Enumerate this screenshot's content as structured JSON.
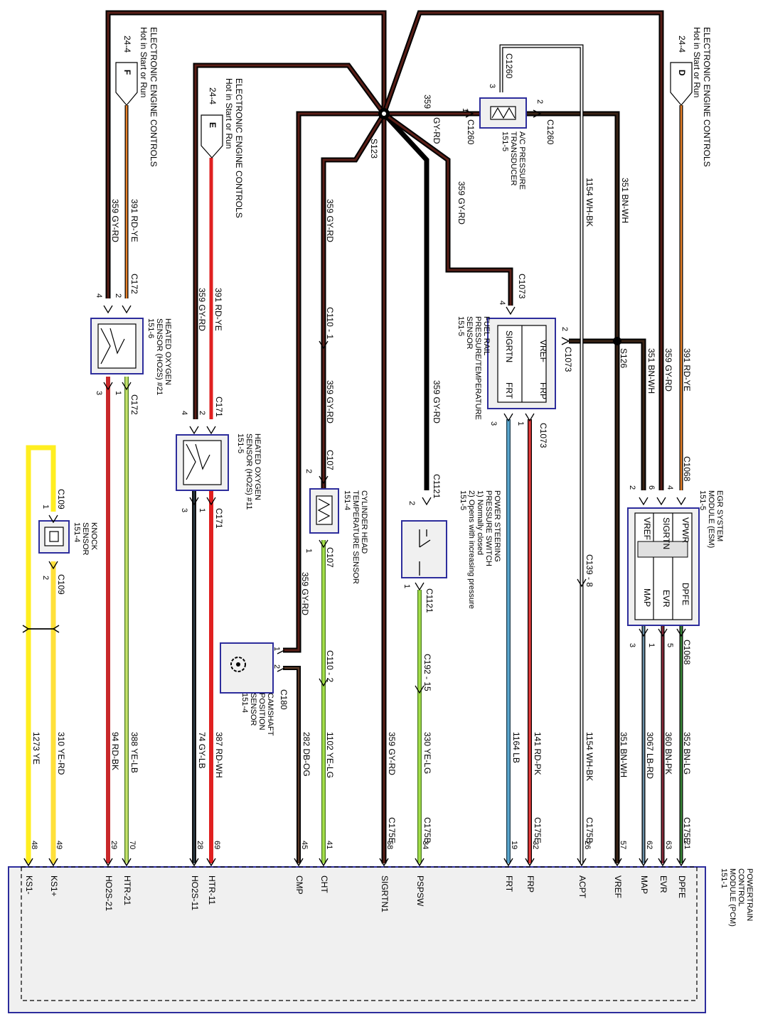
{
  "colors": {
    "GY-RD": "#5a1f18",
    "RD-YE": "#d8432a",
    "BN-WH": "#3a2416",
    "WH-BK": "#e8e8e8",
    "BN-PK": "#5c2230",
    "LB-RD": "#6a8fa8",
    "BN-LG": "#3b6b3a",
    "RD-PK": "#d43a3a",
    "LB": "#5aa7cf",
    "YE-LG": "#a6e04a",
    "DB-OG": "#222244",
    "RD-WH": "#e23b32",
    "GY-LB": "#223038",
    "RD-BK": "#c8282a",
    "YE-LB": "#c6e26a",
    "YE-RD": "#ffe03a",
    "YE": "#ffee20",
    "module_border": "#2d2d9c",
    "module_fill": "#f0f0f0"
  },
  "icons": {
    "splice": "splice-icon",
    "heater": "heater-icon",
    "gear": "gear-icon",
    "switch": "switch-icon",
    "thermistor": "thermistor-icon"
  },
  "power_sources": [
    {
      "ref": "24-4",
      "letter": "F",
      "text": "ELECTRONIC ENGINE CONTROLS",
      "sub": "Hot in Start or Run"
    },
    {
      "ref": "24-4",
      "letter": "E",
      "text": "ELECTRONIC ENGINE CONTROLS",
      "sub": "Hot in Start or Run"
    },
    {
      "ref": "24-4",
      "letter": "D",
      "text": "ELECTRONIC ENGINE CONTROLS",
      "sub": "Hot in Start or Run"
    }
  ],
  "components": {
    "ac": "A/C PRESSURE\nTRANSDUCER\n151-5",
    "frp": "FUEL RAIL\nPRESSURE/TEMPERATURE\nSENSOR\n151-5",
    "egr": "EGR SYSTEM\nMODULE (ESM)\n151-5",
    "pss": "POWER STEERING\nPRESSURE SWITCH\n1) Normally closed\n2) Opens with increasing pressure\n151-5",
    "cht": "CYLINDER HEAD\nTEMPERATURE SENSOR\n151-4",
    "cmp": "CAMSHAFT\nPOSITION\nSENSOR\n151-4",
    "ho2s11": "HEATED OXYGEN\nSENSOR (HO2S) #11\n151-5",
    "ho2s21": "HEATED OXYGEN\nSENSOR (HO2S) #21\n151-6",
    "knock": "KNOCK\nSENSOR\n151-4",
    "pcm": "POWERTRAIN\nCONTROL\nMODULE (PCM)\n151-1"
  },
  "block_labels": {
    "vref": "VREF",
    "sigrtn": "SIGRTN",
    "frp": "FRP",
    "frt": "FRT",
    "vpwr": "VPWR",
    "dpfe": "DPFE",
    "evr": "EVR",
    "map": "MAP"
  },
  "wires": {
    "w391_ye": "391  RD-YE",
    "w359_gy": "359  GY-RD",
    "w351": "351  BN-WH",
    "w1154": "1154  WH-BK",
    "w359_plain": "359",
    "gyrd": "GY-RD",
    "w352": "352  BN-LG",
    "w360": "360  BN-PK",
    "w3067": "3067  LB-RD",
    "w141": "141  RD-PK",
    "w1164": "1164  LB",
    "w330": "330  YE-LG",
    "w1102": "1102  YE-LG",
    "w282": "282  DB-OG",
    "w387": "387  RD-WH",
    "w74": "74  GY-LB",
    "w388": "388  YE-LB",
    "w94": "94  RD-BK",
    "w310": "310  YE-RD",
    "w1273": "1273  YE"
  },
  "connectors": {
    "c1260": "C1260",
    "c1073": "C1073",
    "c172": "C172",
    "c171": "C171",
    "c110_1": "C110 - 1",
    "c110_2": "C110 - 2",
    "c107": "C107",
    "c1121": "C1121",
    "c192": "C192 - 15",
    "c139": "C139 - 8",
    "c1068": "C1068",
    "c180": "C180",
    "c109": "C109",
    "c175e": "C175E",
    "c175b": "C175B",
    "s123": "S123",
    "s126": "S126"
  },
  "pins": [
    "1",
    "2",
    "3",
    "4",
    "5",
    "6"
  ],
  "pcm_pins": [
    "21",
    "63",
    "62",
    "57",
    "26",
    "32",
    "19",
    "34",
    "58",
    "41",
    "45",
    "69",
    "28",
    "70",
    "29",
    "49",
    "48"
  ],
  "pcm_terms": [
    "DPFE",
    "EVR",
    "MAP",
    "VREF",
    "ACPT",
    "FRP",
    "FRT",
    "PSPSW",
    "SIGRTN1",
    "CHT",
    "CMP",
    "HTR-11",
    "HO2S-11",
    "HTR-21",
    "HO2S-21",
    "KS1+",
    "KS1-"
  ]
}
